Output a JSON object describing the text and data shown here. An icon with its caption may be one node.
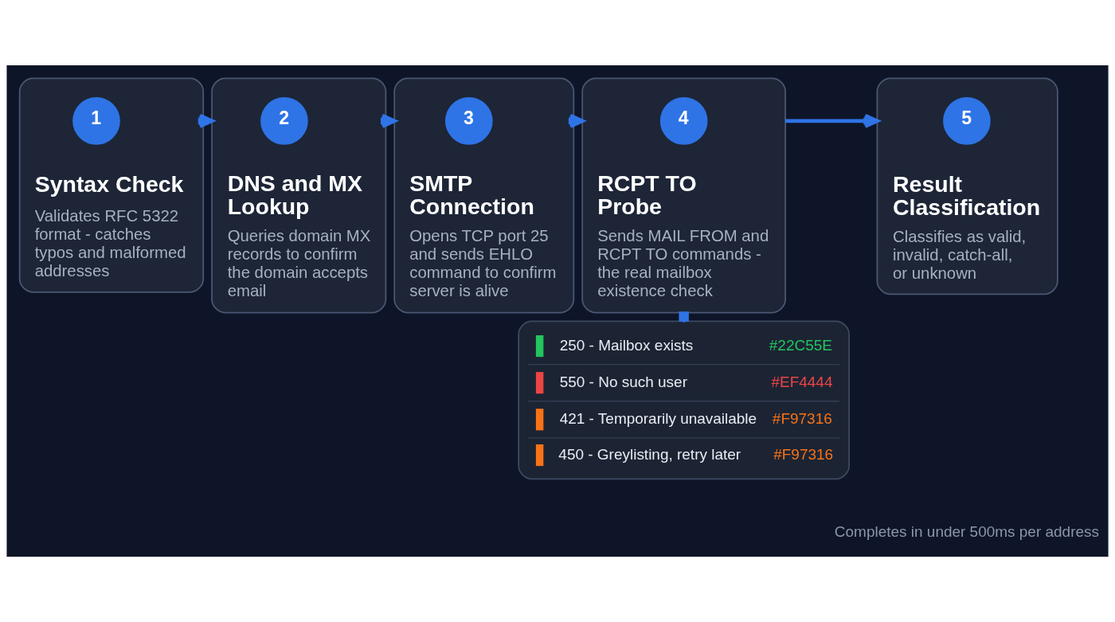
{
  "diagram": {
    "nodes": [
      {
        "text": [
          "Syntax Check",
          "Validates RFC 5322 format - catches typos and malformed addresses"
        ]
      },
      {
        "text": [
          "1"
        ],
        "in": 0
      },
      {
        "text": [
          "DNS and MX Lookup",
          "Queries domain MX records to confirm the domain accepts email"
        ]
      },
      {
        "text": [
          "2"
        ],
        "in": 2
      },
      {
        "text": [
          "SMTP Connection",
          "Opens TCP port 25 and sends EHLO command to confirm server is alive"
        ]
      },
      {
        "text": [
          "3"
        ],
        "in": 4
      },
      {
        "text": [
          "RCPT TO Probe",
          "Sends MAIL FROM and RCPT TO commands - the real mailbox existence check"
        ]
      },
      {
        "text": [
          "4"
        ],
        "in": 6
      },
      {
        "text": [
          "Result Classification",
          "Classifies as valid, invalid, catch-all, or unknown"
        ]
      },
      {
        "text": [
          "5"
        ],
        "in": 8
      },
      {
        "text": [
          "250 - Mailbox exists",
          "#22C55E",
          "550 - No such user",
          "#EF4444",
          "421 - Temporarily unavailable",
          "#F97316",
          "450 - Greylisting, retry later",
          "#F97316"
        ]
      }
    ],
    "edges": [
      {
        "from": 0,
        "to": 2,
        "arrow": "to"
      },
      {
        "from": 2,
        "to": 4,
        "arrow": "to"
      },
      {
        "from": 4,
        "to": 6,
        "arrow": "to"
      },
      {
        "from": 6,
        "to": 8,
        "arrow": "to"
      },
      {
        "from": 6,
        "to": 10,
        "arrow": "other"
      }
    ],
    "labels": [
      "Completes in under 500ms per address"
    ]
  }
}
